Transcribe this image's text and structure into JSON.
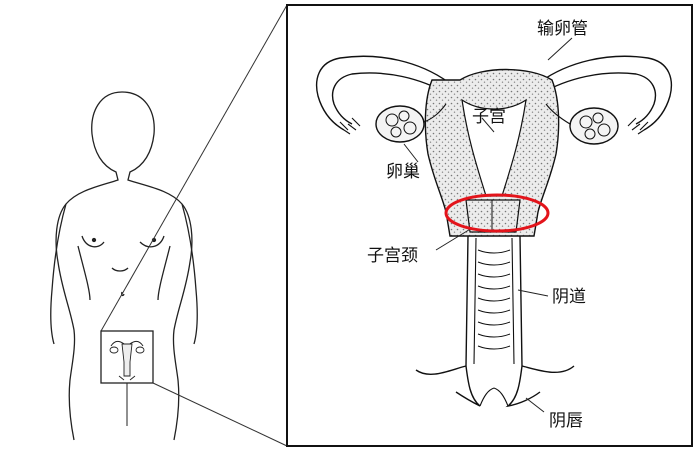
{
  "labels": {
    "fallopian_tube": "输卵管",
    "uterus": "子宫",
    "ovary": "卵巢",
    "cervix": "子宫颈",
    "vagina": "阴道",
    "labia": "阴唇"
  },
  "colors": {
    "outline": "#111111",
    "highlight": "#e3141b",
    "tissue_fill": "#e9e9e9",
    "background": "#ffffff"
  }
}
